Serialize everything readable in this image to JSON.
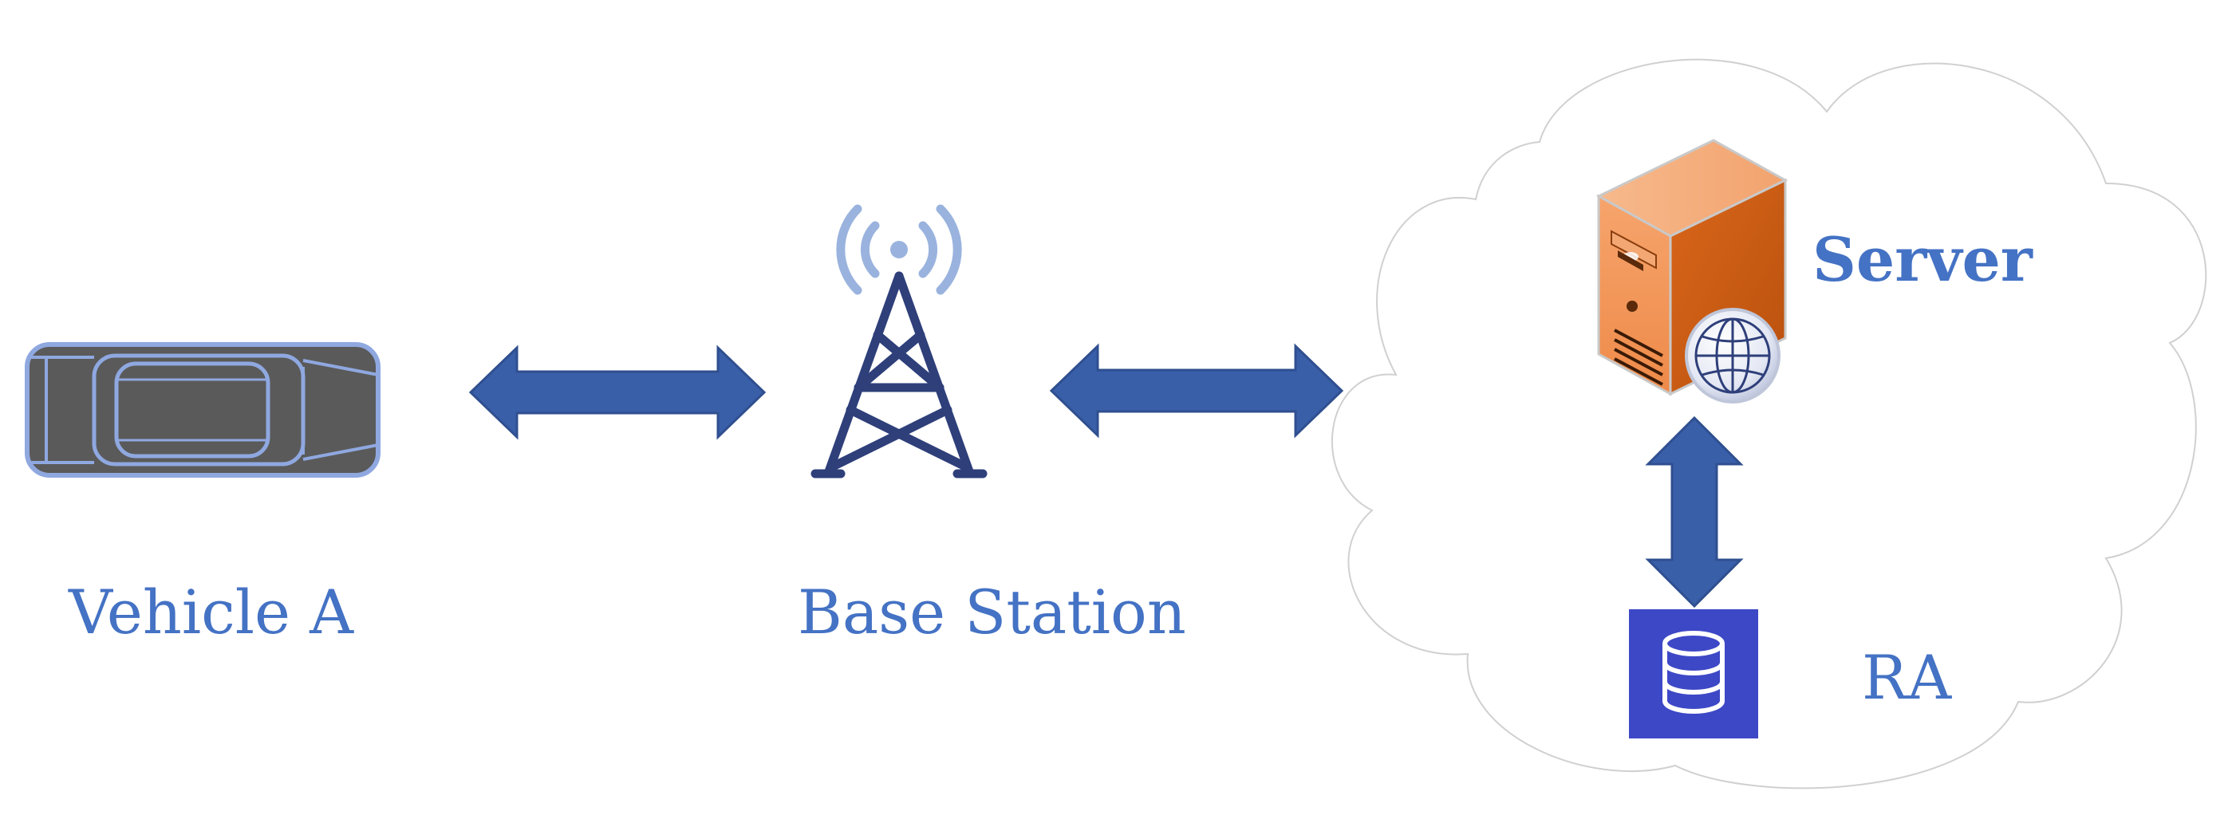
{
  "labels": {
    "vehicle": "Vehicle A",
    "base_station": "Base Station",
    "server": "Server",
    "ra": "RA"
  },
  "icons": {
    "vehicle": "car-top-view-icon",
    "tower": "radio-tower-icon",
    "server": "server-with-globe-icon",
    "database": "database-icon",
    "cloud": "cloud-outline"
  },
  "colors": {
    "label": "#4472C4",
    "arrow_fill": "#3A5FA9",
    "arrow_stroke": "#2F4F8F",
    "tower": "#2E3F7A",
    "signal": "#9AB3DE",
    "car_body": "#5A5A5A",
    "car_outline": "#8FA8E0",
    "server_orange": "#F0894A",
    "database_bg": "#3D48C6"
  }
}
